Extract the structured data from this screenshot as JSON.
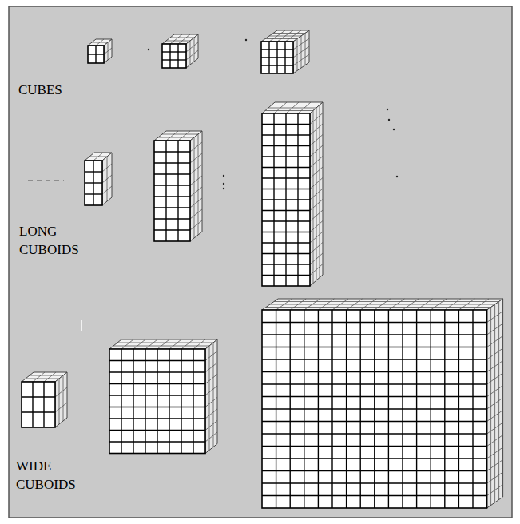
{
  "diagram": {
    "labels": [
      "CUBES",
      "LONG CUBOIDS",
      "WIDE CUBOIDS"
    ]
  }
}
